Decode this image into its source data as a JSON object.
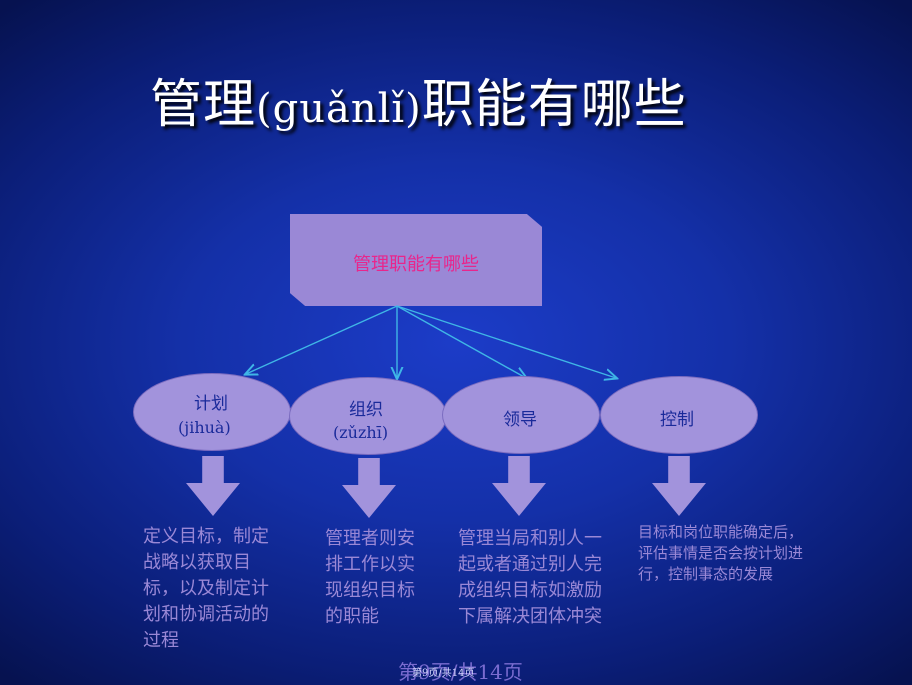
{
  "title": {
    "main": "管理",
    "pinyin": "(guǎnlǐ)",
    "rest": "职能有哪些"
  },
  "root": {
    "label": "管理职能有哪些"
  },
  "nodes": [
    {
      "label": "计划",
      "pinyin": "(jihuà)",
      "desc": "定义目标，制定战略以获取目标，以及制定计划和协调活动的过程"
    },
    {
      "label": "组织",
      "pinyin": "(zǔzhī)",
      "desc": "管理者则安排工作以实现组织目标的职能"
    },
    {
      "label": "领导",
      "pinyin": "",
      "desc": "管理当局和别人一起或者通过别人完成组织目标如激励下属解决团体冲突"
    },
    {
      "label": "控制",
      "pinyin": "",
      "desc": "目标和岗位职能确定后，评估事情是否会按计划进行，控制事态的发展"
    }
  ],
  "footer": {
    "page": "第9页/共14页",
    "small": "第9页/共14页"
  },
  "colors": {
    "node_fill": "#a293dc",
    "root_text": "#e8268c",
    "line": "#3fb6e6",
    "desc_text": "#9a88d6"
  }
}
